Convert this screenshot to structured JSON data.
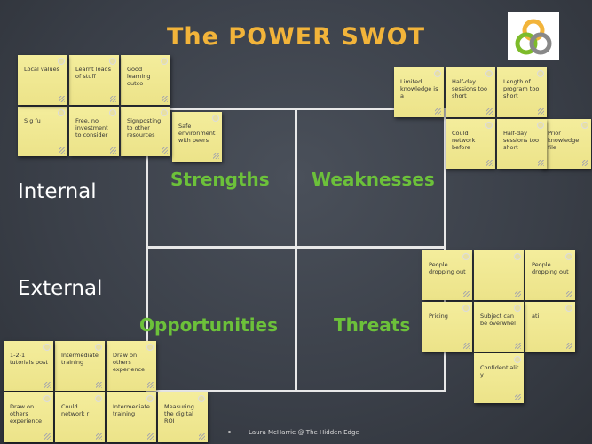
{
  "title": "The POWER SWOT",
  "quadrants": {
    "strengths": "Strengths",
    "weaknesses": "Weaknesses",
    "opportunities": "Opportunities",
    "threats": "Threats"
  },
  "sides": {
    "internal": "Internal",
    "external": "External"
  },
  "footer": "Laura McHarrie @ The Hidden Edge",
  "notes": {
    "strengths": [
      "Good learning outco",
      "Learnt loads of stuff",
      "S g fu",
      "Local values",
      "Safe environment with peers",
      "Signposting to other resources",
      "Free, no investment to consider"
    ],
    "weaknesses": [
      "Limited knowledge is a",
      "Half-day sessions too short",
      "Length of program too short",
      "Prior knowledge file",
      "Could network before",
      "Half-day sessions too short"
    ],
    "threats": [
      "People dropping out",
      "",
      "People dropping out",
      "Pricing",
      "ati",
      "Subject can be overwhel",
      "Confidentiality"
    ],
    "opportunities": [
      "Draw on others experience",
      "Intermediate training",
      "1-2-1 tutorials post",
      "Draw on others experience",
      "Could network r",
      "Intermediate training",
      "Measuring the digital ROI"
    ]
  },
  "colors": {
    "title": "#f2b43a",
    "quadrant": "#6cc13a",
    "note": "#f4ed9c"
  }
}
